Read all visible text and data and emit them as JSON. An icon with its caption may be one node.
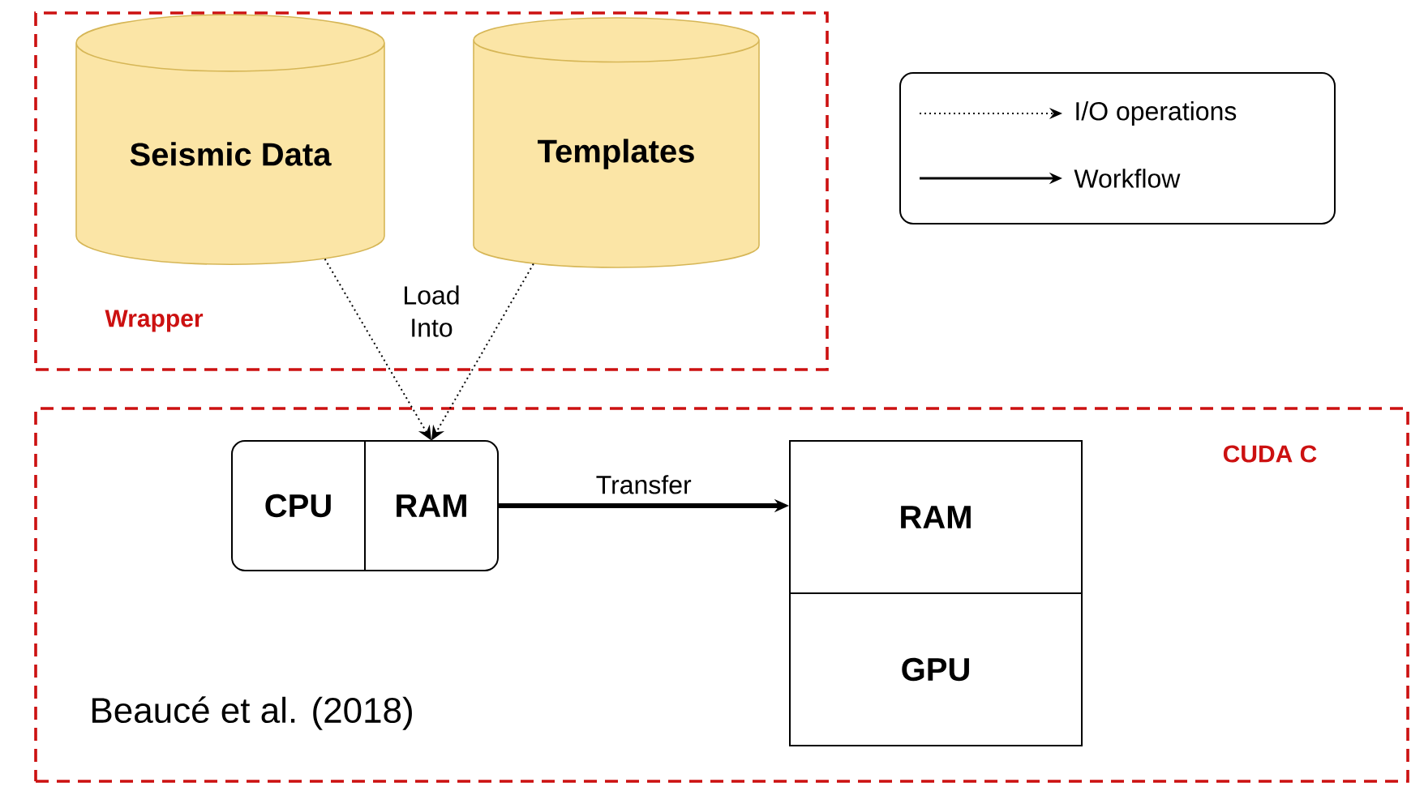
{
  "diagram": {
    "nodes": [
      {
        "text": [
          "Wrapper"
        ]
      },
      {
        "text": [
          "Seismic Data"
        ],
        "in": 0
      },
      {
        "text": [
          "Templates"
        ],
        "in": 0
      },
      {
        "text": [
          "CUDA C"
        ]
      },
      {
        "text": [],
        "shape": "box",
        "in": 3
      },
      {
        "text": [
          "CPU"
        ],
        "in": 4
      },
      {
        "text": [
          "RAM"
        ],
        "in": 4
      },
      {
        "text": [
          "RAM"
        ],
        "in": 3
      },
      {
        "text": [
          "GPU"
        ],
        "in": 3
      }
    ],
    "edges": [
      {
        "from": 1,
        "to": 6,
        "arrow": "to",
        "style": "dashed"
      },
      {
        "from": 2,
        "to": 6,
        "arrow": "to",
        "style": "dashed"
      },
      {
        "from": 6,
        "to": 7,
        "arrow": "to",
        "style": "thick",
        "label": "Transfer"
      }
    ],
    "labels": [
      "Load Into",
      "Beaucé et al. (2018)"
    ],
    "legend": [
      {
        "text": "I/O operations"
      },
      {
        "text": "Workflow"
      }
    ]
  }
}
